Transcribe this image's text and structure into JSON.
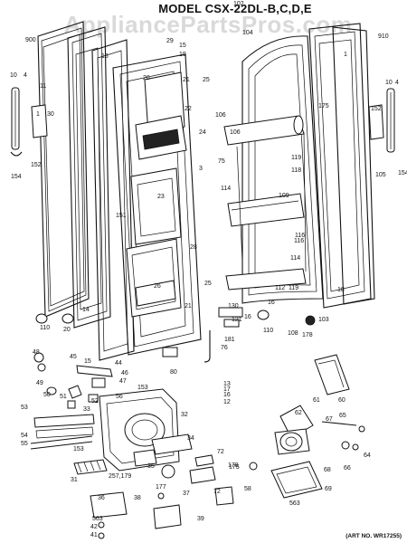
{
  "title": "MODEL CSX-22DL-B,C,D,E",
  "watermark": "AppliancePartsPros.com",
  "art_no": "(ART NO. WR17255)",
  "labels": [
    "102",
    "900",
    "910",
    "104",
    "29",
    "15",
    "19",
    "18",
    "26",
    "21",
    "25",
    "22",
    "10",
    "4",
    "11",
    "1",
    "30",
    "152",
    "154",
    "106",
    "175",
    "1",
    "10",
    "4",
    "152",
    "105",
    "154",
    "119",
    "116",
    "24",
    "106",
    "3",
    "75",
    "114",
    "109",
    "118",
    "116",
    "151",
    "23",
    "28",
    "114",
    "26",
    "25",
    "21",
    "112",
    "119",
    "16",
    "103",
    "18",
    "108",
    "110",
    "20",
    "14",
    "130",
    "121",
    "16",
    "181",
    "178",
    "110",
    "48",
    "45",
    "44",
    "15",
    "76",
    "80",
    "50",
    "46",
    "47",
    "153",
    "13",
    "17",
    "16",
    "12",
    "51",
    "49",
    "56",
    "52",
    "33",
    "32",
    "61",
    "60",
    "53",
    "54",
    "55",
    "153",
    "34",
    "72",
    "62",
    "67",
    "65",
    "66",
    "64",
    "31",
    "175",
    "35",
    "68",
    "178",
    "69",
    "257,179",
    "177",
    "37",
    "58",
    "563",
    "36",
    "38",
    "72",
    "563",
    "39",
    "42",
    "41"
  ]
}
